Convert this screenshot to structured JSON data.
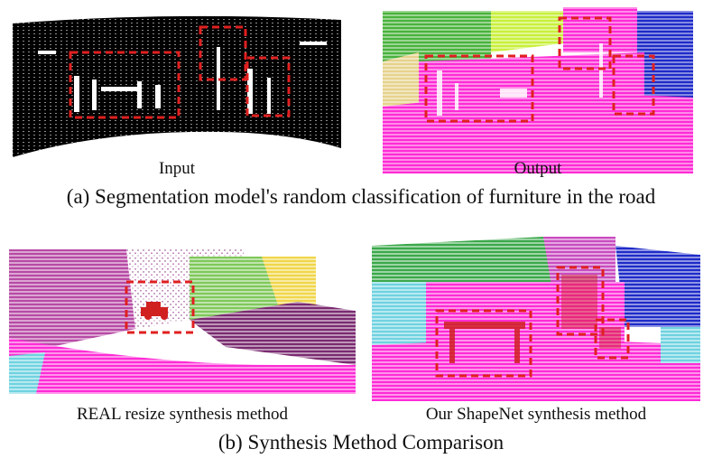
{
  "panel_a": {
    "input_label": "Input",
    "output_label": "Output",
    "caption": "(a) Segmentation model's random classification of furniture in the road"
  },
  "panel_b": {
    "left_label": "REAL resize synthesis method",
    "right_label": "Our ShapeNet synthesis method",
    "caption": "(b) Synthesis Method Comparison"
  },
  "colors": {
    "road": "#ff2bd6",
    "sidewalk": "#8c1aa8",
    "vegetation": "#48b33c",
    "building": "#1f2bc8",
    "highlight_box": "#e02020",
    "terrain": "#6fd2e0"
  }
}
